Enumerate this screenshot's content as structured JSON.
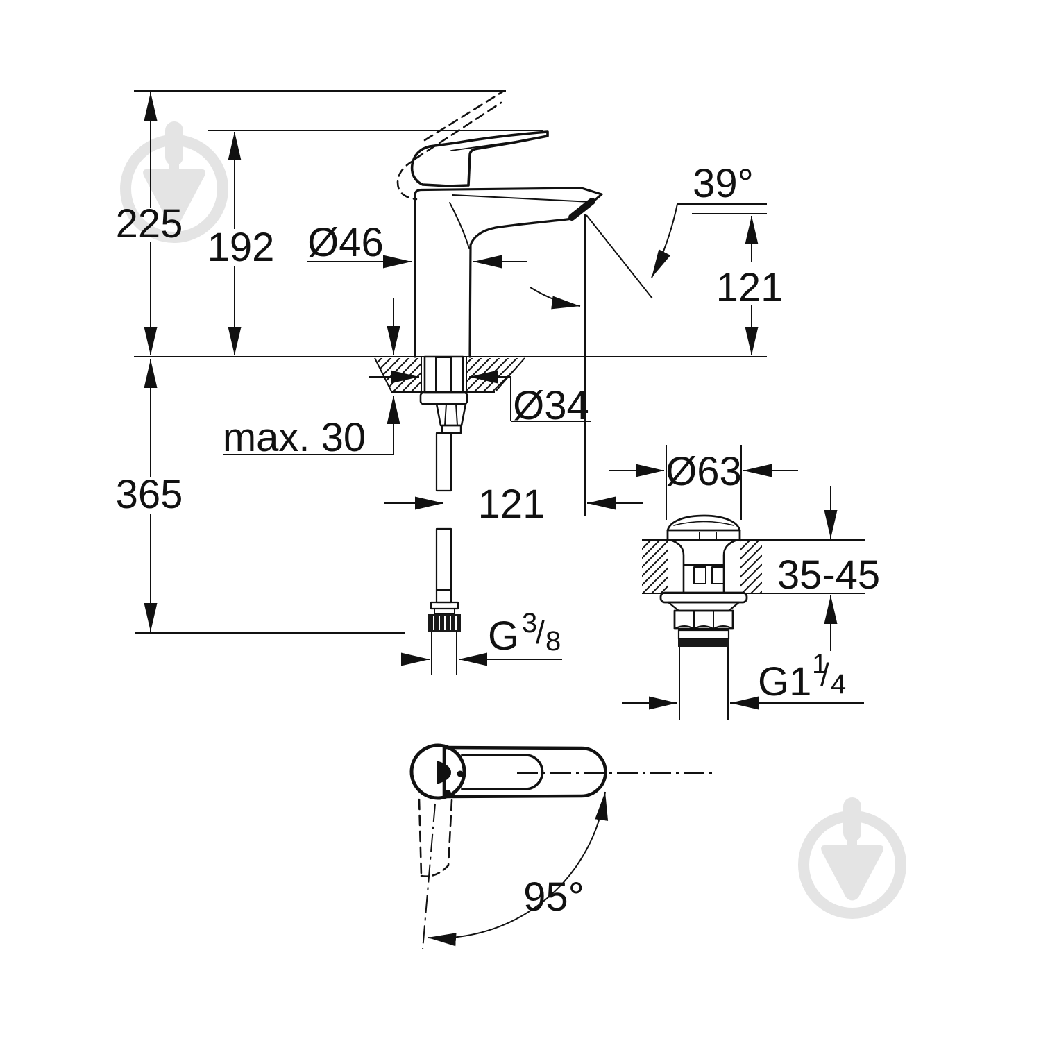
{
  "page": {
    "background_color": "#ffffff",
    "ink_color": "#111111",
    "watermark_color": "#e4e4e4",
    "watermark_icon": "trowel-in-circle-logo"
  },
  "drawing": {
    "type": "technical-dimensional-drawing",
    "subject": "single-lever basin mixer with pop-up waste",
    "dimensions": {
      "total_height": "225",
      "spout_base_height": "192",
      "body_diameter": "Ø46",
      "spout_angle": "39°",
      "spout_height": "121",
      "deck_thickness_max": "max. 30",
      "hole_diameter": "Ø34",
      "hose_length": "365",
      "spout_projection": "121",
      "drain_cap_diameter": "Ø63",
      "drain_deck_thickness": "35-45",
      "handle_swing_angle": "95°",
      "supply_thread": {
        "prefix": "G",
        "numerator": "3",
        "slash": "/",
        "denominator": "8"
      },
      "drain_thread": {
        "prefix": "G1",
        "numerator": "1",
        "slash": "/",
        "denominator": "4"
      }
    }
  }
}
